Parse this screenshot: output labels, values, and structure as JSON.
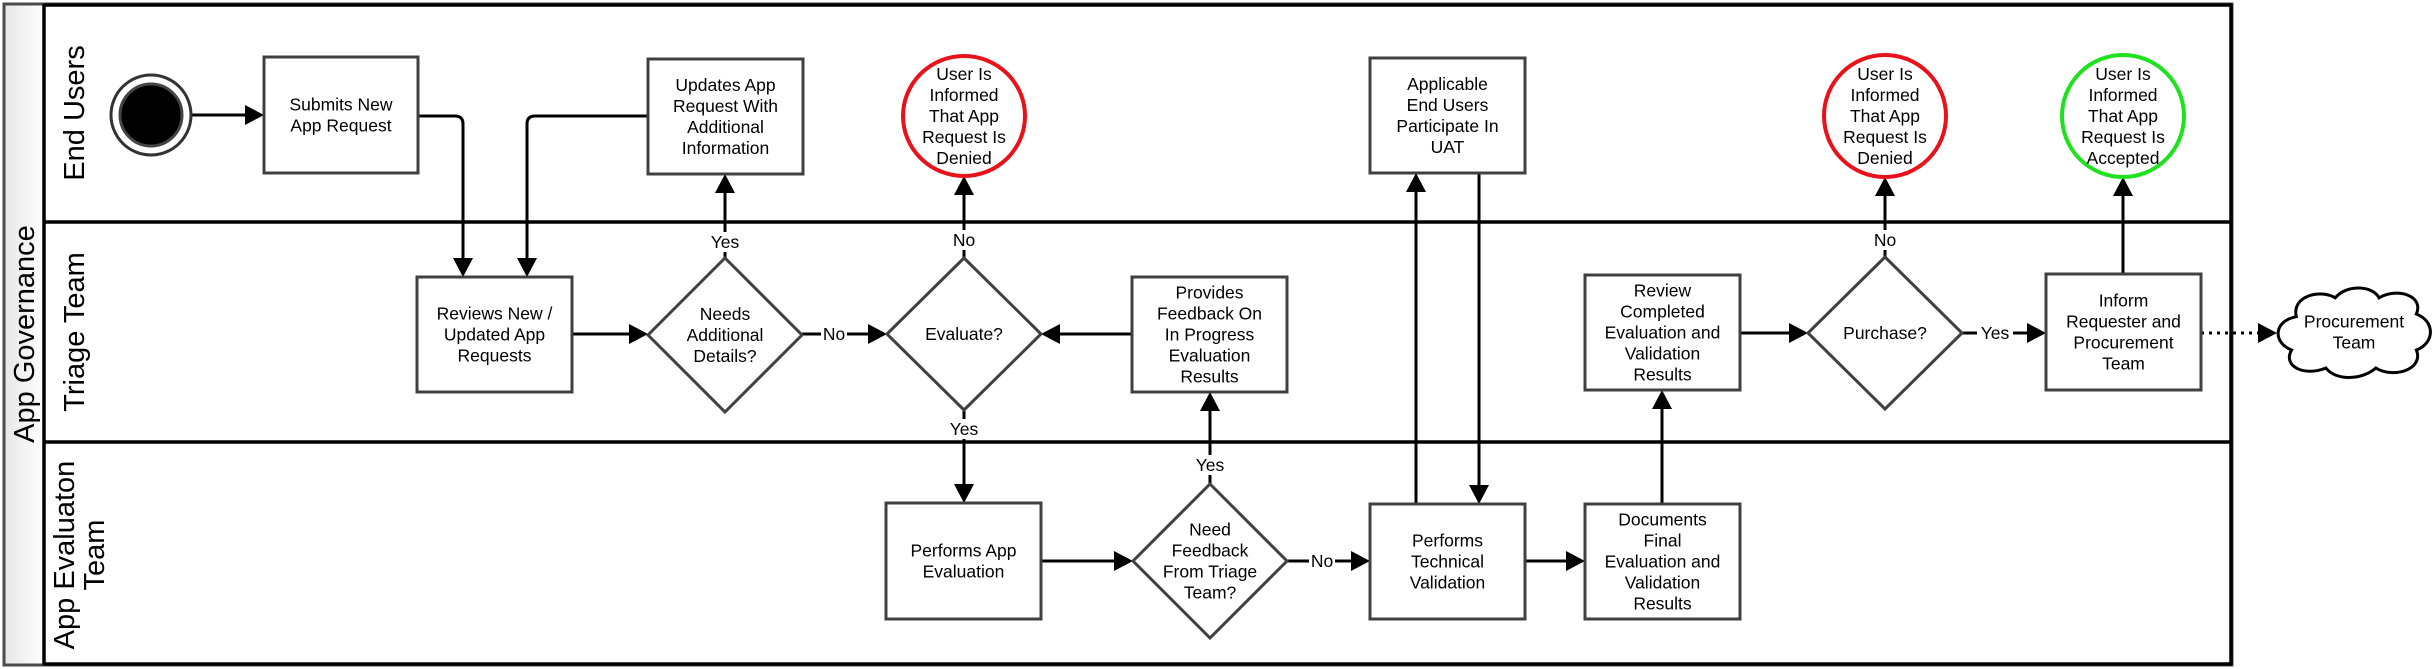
{
  "pool": {
    "label": "App Governance"
  },
  "lanes": [
    {
      "id": "end-users",
      "label": "End Users",
      "label_lines": [
        "End Users"
      ]
    },
    {
      "id": "triage-team",
      "label": "Triage Team",
      "label_lines": [
        "Triage Team"
      ]
    },
    {
      "id": "app-evaluation-team",
      "label": "App Evaluaton Team",
      "label_lines": [
        "App Evaluaton",
        "Team"
      ]
    }
  ],
  "nodes": {
    "start": {
      "type": "start-event",
      "label": ""
    },
    "submits": {
      "type": "task",
      "lines": [
        "Submits New",
        "App Request"
      ]
    },
    "updates": {
      "type": "task",
      "lines": [
        "Updates App",
        "Request With",
        "Additional",
        "Information"
      ]
    },
    "denied1": {
      "type": "end-event",
      "lines": [
        "User Is",
        "Informed",
        "That App",
        "Request Is",
        "Denied"
      ],
      "color": "#e8121b"
    },
    "uat": {
      "type": "task",
      "lines": [
        "Applicable",
        "End Users",
        "Participate In",
        "UAT"
      ]
    },
    "denied2": {
      "type": "end-event",
      "lines": [
        "User Is",
        "Informed",
        "That App",
        "Request Is",
        "Denied"
      ],
      "color": "#e8121b"
    },
    "accepted": {
      "type": "end-event",
      "lines": [
        "User Is",
        "Informed",
        "That App",
        "Request Is",
        "Accepted"
      ],
      "color": "#1ee21e"
    },
    "reviews": {
      "type": "task",
      "lines": [
        "Reviews New /",
        "Updated App",
        "Requests"
      ]
    },
    "needs": {
      "type": "gateway",
      "lines": [
        "Needs",
        "Additional",
        "Details?"
      ]
    },
    "evaluate": {
      "type": "gateway",
      "lines": [
        "Evaluate?"
      ]
    },
    "provides": {
      "type": "task",
      "lines": [
        "Provides",
        "Feedback On",
        "In Progress",
        "Evaluation",
        "Results"
      ]
    },
    "reviewCompleted": {
      "type": "task",
      "lines": [
        "Review",
        "Completed",
        "Evaluation and",
        "Validation",
        "Results"
      ]
    },
    "purchase": {
      "type": "gateway",
      "lines": [
        "Purchase?"
      ]
    },
    "inform": {
      "type": "task",
      "lines": [
        "Inform",
        "Requester and",
        "Procurement",
        "Team"
      ]
    },
    "procurement": {
      "type": "external-cloud",
      "lines": [
        "Procurement",
        "Team"
      ]
    },
    "performsEval": {
      "type": "task",
      "lines": [
        "Performs App",
        "Evaluation"
      ]
    },
    "needFeedback": {
      "type": "gateway",
      "lines": [
        "Need",
        "Feedback",
        "From Triage",
        "Team?"
      ]
    },
    "techValidation": {
      "type": "task",
      "lines": [
        "Performs",
        "Technical",
        "Validation"
      ]
    },
    "documents": {
      "type": "task",
      "lines": [
        "Documents",
        "Final",
        "Evaluation and",
        "Validation",
        "Results"
      ]
    }
  },
  "edges": [
    {
      "id": "start-submits",
      "from": "start",
      "to": "submits",
      "label": ""
    },
    {
      "id": "submits-reviews",
      "from": "submits",
      "to": "reviews",
      "label": ""
    },
    {
      "id": "updates-reviews",
      "from": "updates",
      "to": "reviews",
      "label": ""
    },
    {
      "id": "reviews-needs",
      "from": "reviews",
      "to": "needs",
      "label": ""
    },
    {
      "id": "needs-updates",
      "from": "needs",
      "to": "updates",
      "label": "Yes"
    },
    {
      "id": "needs-evaluate",
      "from": "needs",
      "to": "evaluate",
      "label": "No"
    },
    {
      "id": "evaluate-denied1",
      "from": "evaluate",
      "to": "denied1",
      "label": "No"
    },
    {
      "id": "evaluate-performsEval",
      "from": "evaluate",
      "to": "performsEval",
      "label": "Yes"
    },
    {
      "id": "provides-evaluate",
      "from": "provides",
      "to": "evaluate",
      "label": ""
    },
    {
      "id": "performsEval-needFeedback",
      "from": "performsEval",
      "to": "needFeedback",
      "label": ""
    },
    {
      "id": "needFeedback-provides",
      "from": "needFeedback",
      "to": "provides",
      "label": "Yes"
    },
    {
      "id": "needFeedback-techValidation",
      "from": "needFeedback",
      "to": "techValidation",
      "label": "No"
    },
    {
      "id": "techValidation-uat",
      "from": "techValidation",
      "to": "uat",
      "label": ""
    },
    {
      "id": "uat-techValidation",
      "from": "uat",
      "to": "techValidation",
      "label": ""
    },
    {
      "id": "techValidation-documents",
      "from": "techValidation",
      "to": "documents",
      "label": ""
    },
    {
      "id": "documents-reviewCompleted",
      "from": "documents",
      "to": "reviewCompleted",
      "label": ""
    },
    {
      "id": "reviewCompleted-purchase",
      "from": "reviewCompleted",
      "to": "purchase",
      "label": ""
    },
    {
      "id": "purchase-denied2",
      "from": "purchase",
      "to": "denied2",
      "label": "No"
    },
    {
      "id": "purchase-inform",
      "from": "purchase",
      "to": "inform",
      "label": "Yes"
    },
    {
      "id": "inform-accepted",
      "from": "inform",
      "to": "accepted",
      "label": ""
    },
    {
      "id": "inform-procurement",
      "from": "inform",
      "to": "procurement",
      "label": "",
      "style": "dotted"
    }
  ]
}
